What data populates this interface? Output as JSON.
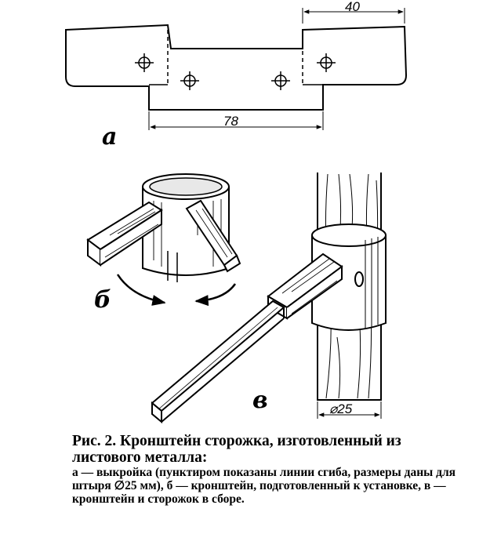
{
  "figure": {
    "labels": {
      "a": "а",
      "b": "б",
      "v": "в"
    },
    "dimensions": {
      "tab_width": "40",
      "strip_length": "78",
      "pole_diameter": "⌀25"
    }
  },
  "caption": {
    "title": "Рис. 2. Кронштейн сторожка, изготовленный из листового металла:",
    "body": "а — выкройка (пунктиром показаны линии сгиба, размеры даны для штыря ∅25 мм), б — кронштейн, подготовленный к установке, в — кронштейн и сторожок в сборе."
  }
}
